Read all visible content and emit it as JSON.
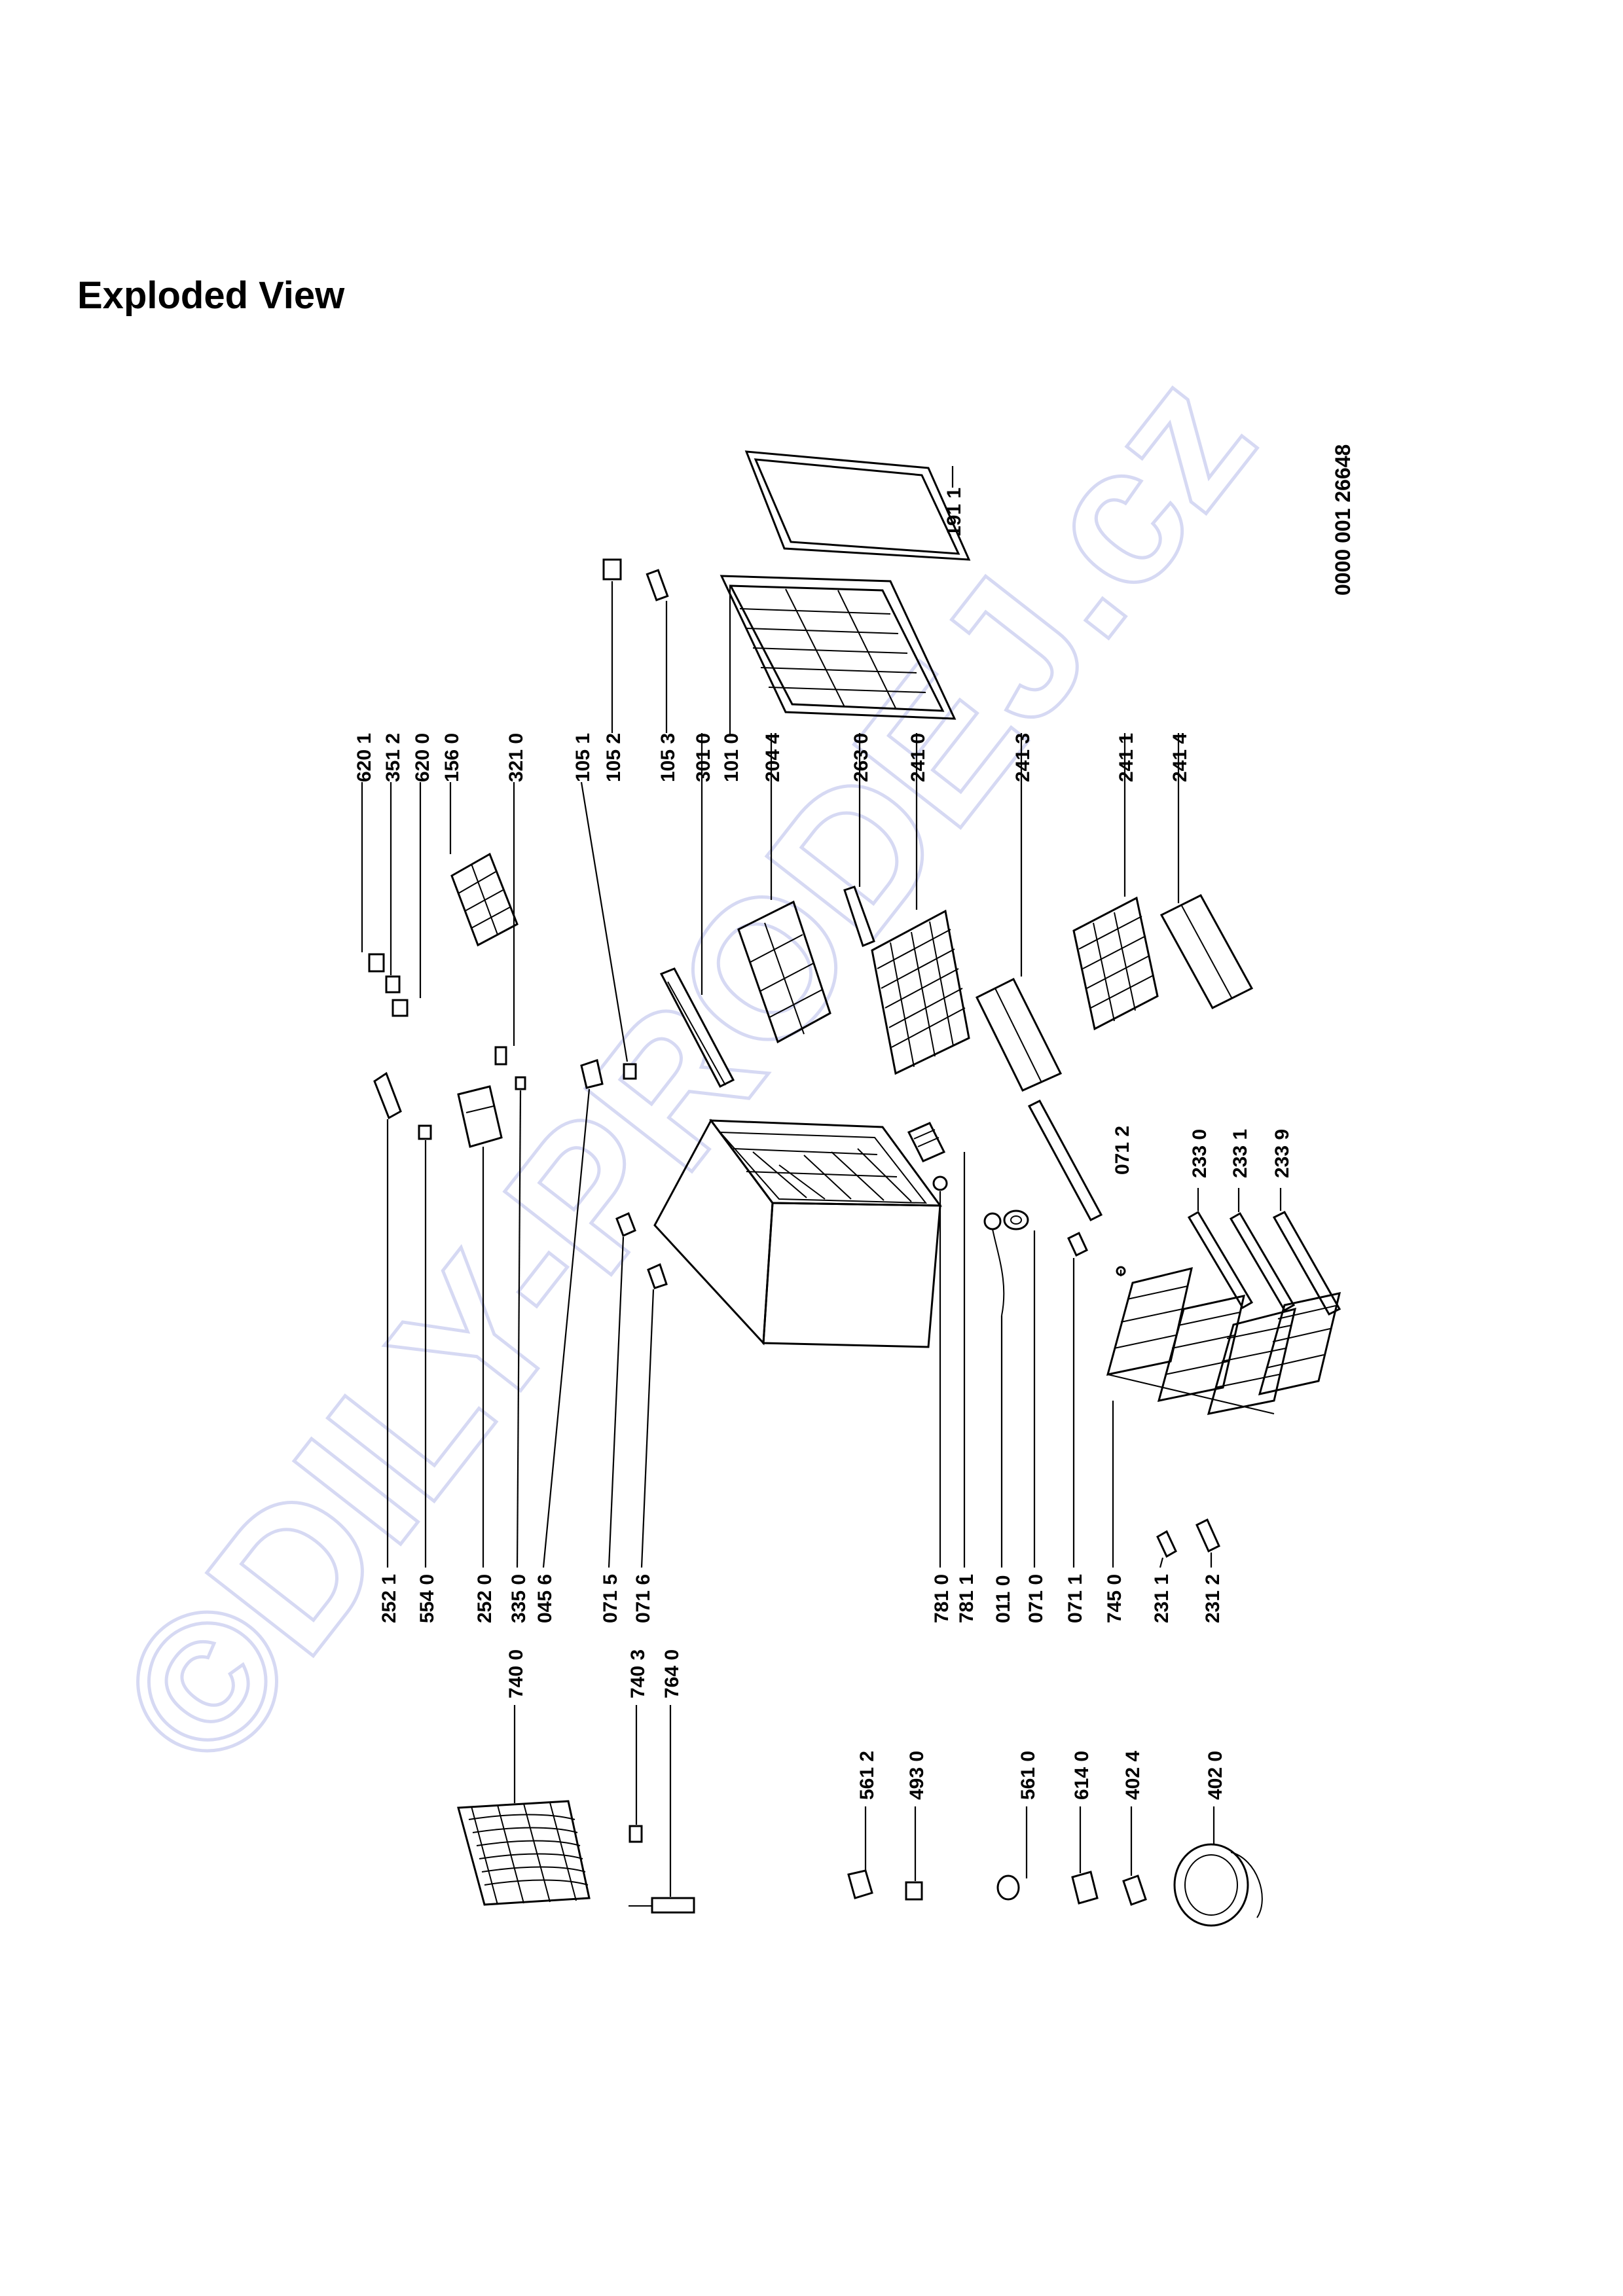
{
  "title": "Exploded View",
  "drawing_code": "0000 001 26648",
  "watermark": "©DILY-PRODEJ.cz",
  "parts": {
    "p6201": "620 1",
    "p3512": "351 2",
    "p6200": "620 0",
    "p1560": "156 0",
    "p3210": "321 0",
    "p1051": "105 1",
    "p1052": "105 2",
    "p1053": "105 3",
    "p3010": "301 0",
    "p1010": "101 0",
    "p2044": "204 4",
    "p2630": "263 0",
    "p2410": "241 0",
    "p2413": "241 3",
    "p2411": "241 1",
    "p2414": "241 4",
    "p1911": "191 1",
    "p2521": "252 1",
    "p5540": "554 0",
    "p2520": "252 0",
    "p3350": "335 0",
    "p0456": "045 6",
    "p0715": "071 5",
    "p0716": "071 6",
    "p7810": "781 0",
    "p7811": "781 1",
    "p0110": "011 0",
    "p0710": "071 0",
    "p0711": "071 1",
    "p7450": "745 0",
    "p2311": "231 1",
    "p2312": "231 2",
    "p0712": "071 2",
    "p2330": "233 0",
    "p2331": "233 1",
    "p2339": "233 9",
    "p7400": "740 0",
    "p7403": "740 3",
    "p7640": "764 0",
    "p5612": "561 2",
    "p4930": "493 0",
    "p5610": "561 0",
    "p6140": "614 0",
    "p4024": "402 4",
    "p4020": "402 0"
  }
}
